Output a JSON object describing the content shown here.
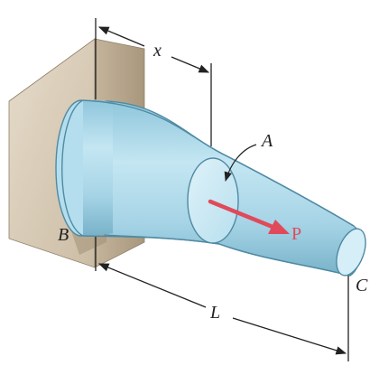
{
  "labels": {
    "x": "x",
    "A": "A",
    "B": "B",
    "C": "C",
    "L": "L",
    "P": "P"
  },
  "colors": {
    "bar_fill": "#a9d6e8",
    "bar_edge": "#4f8aa3",
    "wall_front": "#d8ccb9",
    "wall_side": "#b5a68f",
    "load_arrow": "#e04a5a",
    "dimension_line": "#222222"
  }
}
